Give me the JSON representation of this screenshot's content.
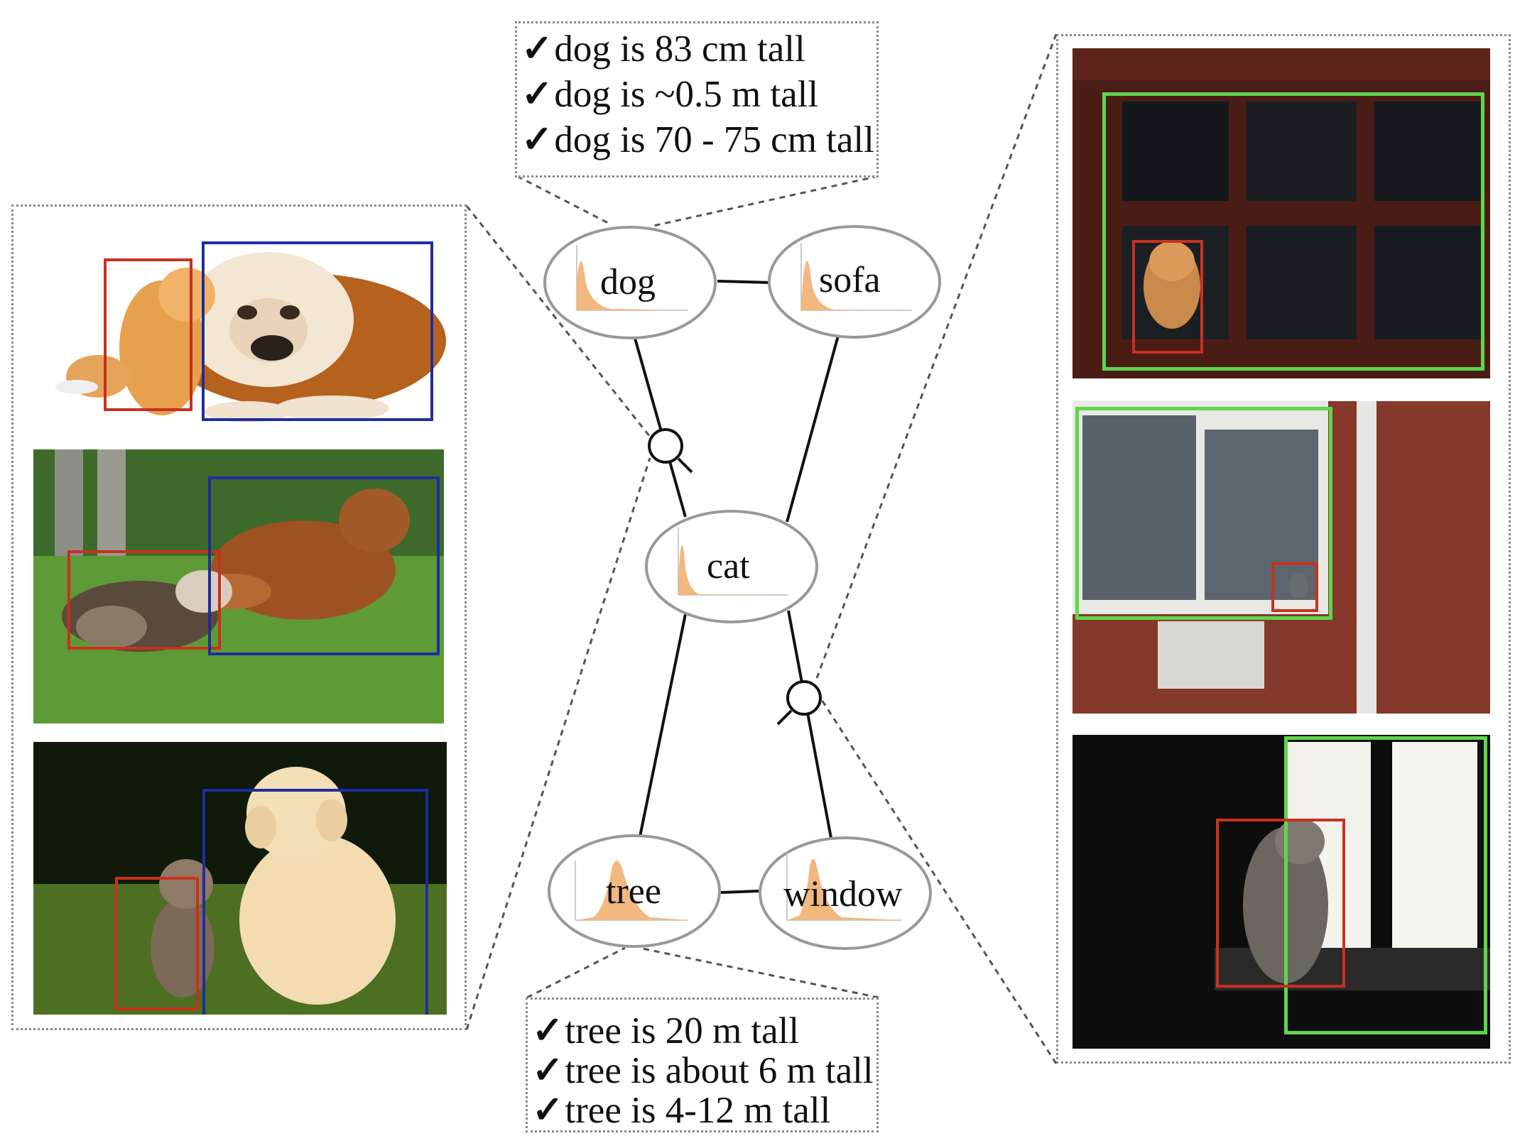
{
  "nodes": {
    "dog": {
      "label": "dog"
    },
    "sofa": {
      "label": "sofa"
    },
    "cat": {
      "label": "cat"
    },
    "tree": {
      "label": "tree"
    },
    "window": {
      "label": "window"
    }
  },
  "top_facts": [
    {
      "check": "✓",
      "text": "dog is 83 cm tall"
    },
    {
      "check": "✓",
      "text": "dog is ~0.5 m tall"
    },
    {
      "check": "✓",
      "text": "dog is 70 - 75 cm tall"
    }
  ],
  "bottom_facts": [
    {
      "check": "✓",
      "text": "tree is 20 m tall"
    },
    {
      "check": "✓",
      "text": "tree is about 6 m tall"
    },
    {
      "check": "✓",
      "text": "tree is 4-12 m tall"
    }
  ],
  "colors": {
    "box_red": "#c9301e",
    "box_blue": "#1f2d9e",
    "box_green": "#5fd64a",
    "distribution_fill": "#f2b880",
    "node_border": "#999999"
  }
}
